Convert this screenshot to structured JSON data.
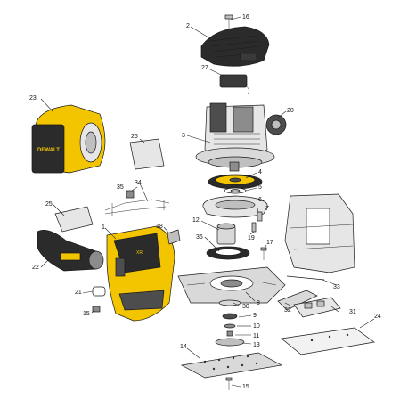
{
  "callouts": {
    "n1": "1",
    "n2": "2",
    "n3": "3",
    "n4": "4",
    "n5": "5",
    "n6": "6",
    "n7": "7",
    "n8": "8",
    "n9": "9",
    "n10": "10",
    "n11": "11",
    "n12": "12",
    "n13": "13",
    "n14": "14",
    "n15a": "15",
    "n15b": "15",
    "n16": "16",
    "n17": "17",
    "n18": "18",
    "n19": "19",
    "n20": "20",
    "n21": "21",
    "n22": "22",
    "n23": "23",
    "n24": "24",
    "n25": "25",
    "n26": "26",
    "n27": "27",
    "n30": "30",
    "n31": "31",
    "n32": "32",
    "n33": "33",
    "n34": "34",
    "n35": "35",
    "n36": "36"
  },
  "labels": {
    "brand_logo": "DEWALT",
    "battery_text": "XR"
  },
  "colors": {
    "line": "#1a1a1a",
    "light_gray": "#d9d9d9",
    "mid_gray": "#a6a6a6",
    "dark_gray": "#4d4d4d",
    "black": "#1a1a1a",
    "yellow": "#f2c500"
  }
}
